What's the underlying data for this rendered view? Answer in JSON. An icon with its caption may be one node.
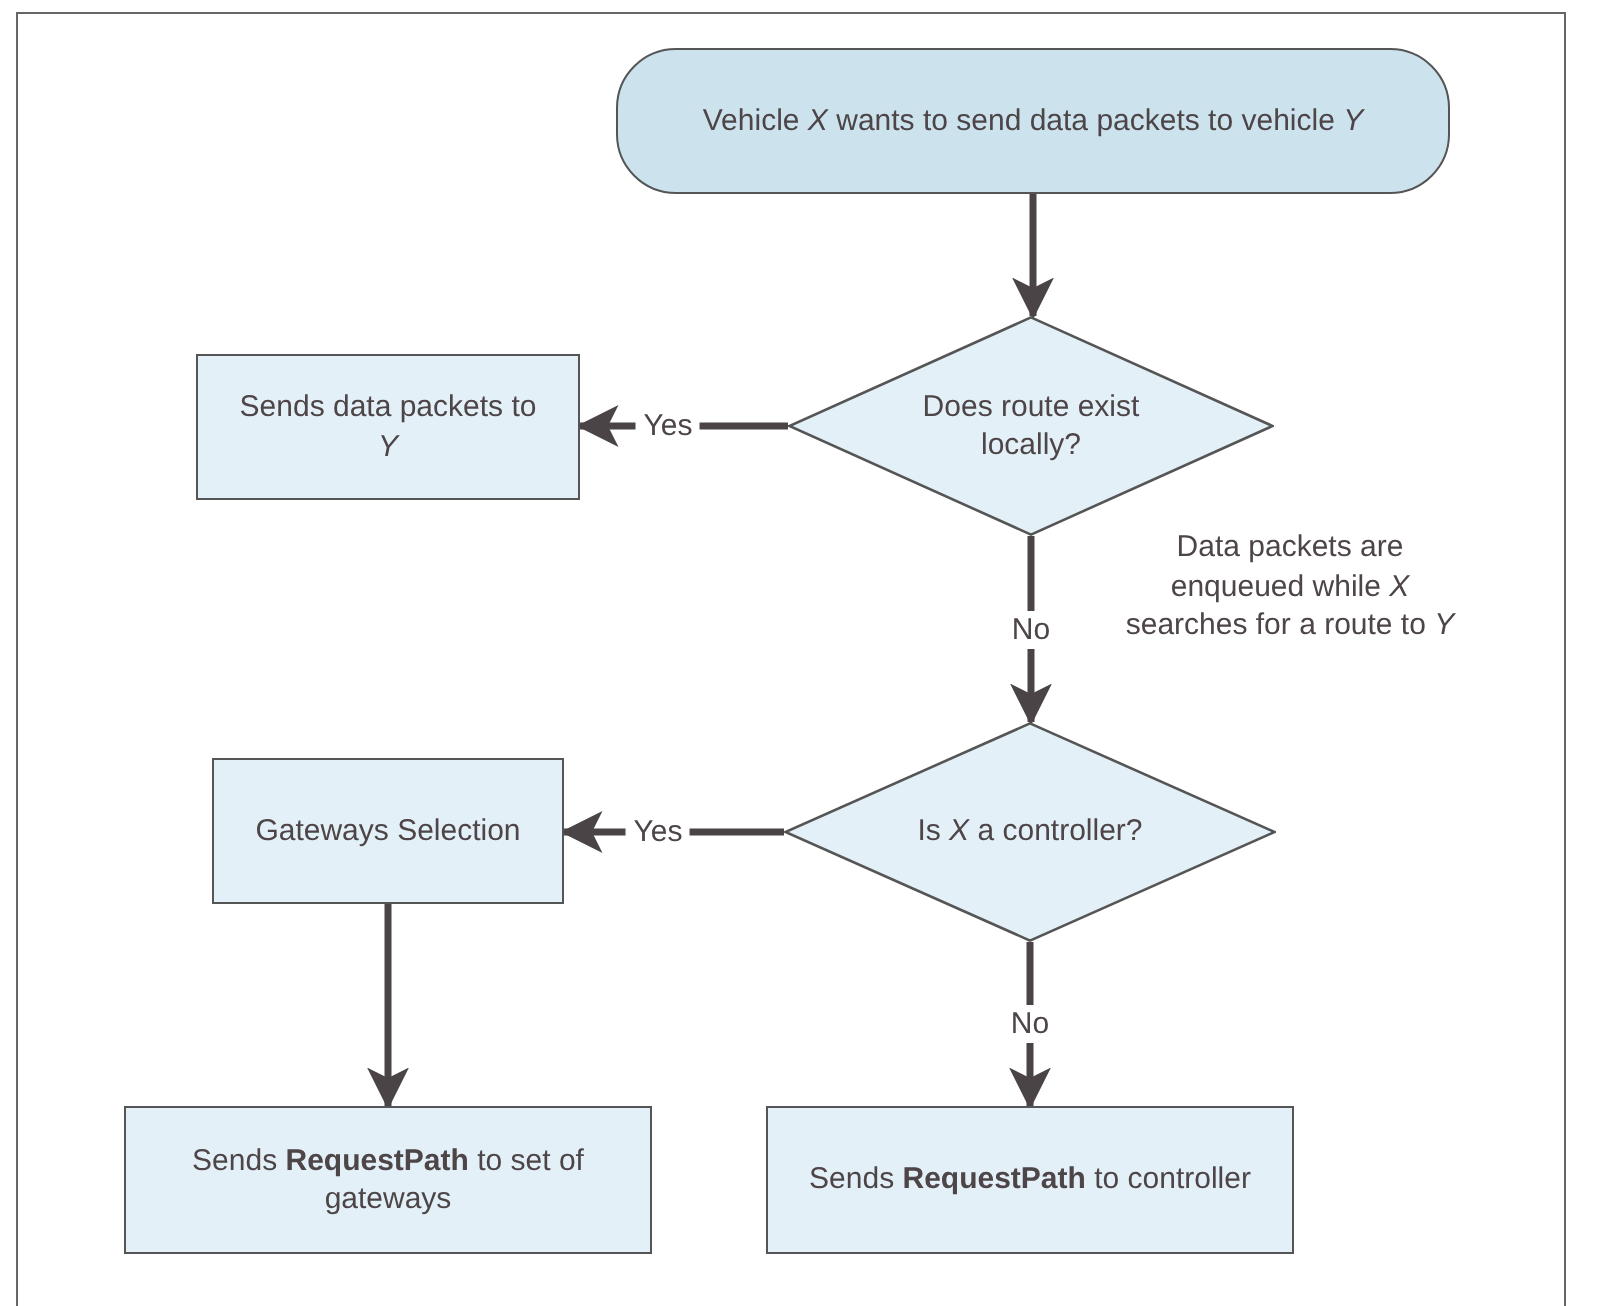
{
  "diagram": {
    "nodes": [
      {
        "text": [
          "Vehicle *X* wants to send data packets to vehicle *Y*"
        ]
      },
      {
        "text": [
          "Does route exist locally?"
        ]
      },
      {
        "text": [
          "Sends data packets to *Y*"
        ]
      },
      {
        "text": [
          "Is *X* a controller?"
        ]
      },
      {
        "text": [
          "Gateways Selection"
        ]
      },
      {
        "text": [
          "Sends **RequestPath** to set of gateways"
        ]
      },
      {
        "text": [
          "Sends **RequestPath** to controller"
        ]
      }
    ],
    "edges": [
      {
        "from": 0,
        "to": 1,
        "arrow": "to"
      },
      {
        "from": 1,
        "to": 2,
        "arrow": "to",
        "label": "Yes"
      },
      {
        "from": 1,
        "to": 3,
        "arrow": "to",
        "label": "No"
      },
      {
        "from": 3,
        "to": 4,
        "arrow": "to",
        "label": "Yes"
      },
      {
        "from": 3,
        "to": 6,
        "arrow": "to",
        "label": "No"
      },
      {
        "from": 4,
        "to": 5,
        "arrow": "to"
      }
    ],
    "labels": [
      "Data packets are enqueued while *X* searches for a route to *Y*"
    ]
  }
}
